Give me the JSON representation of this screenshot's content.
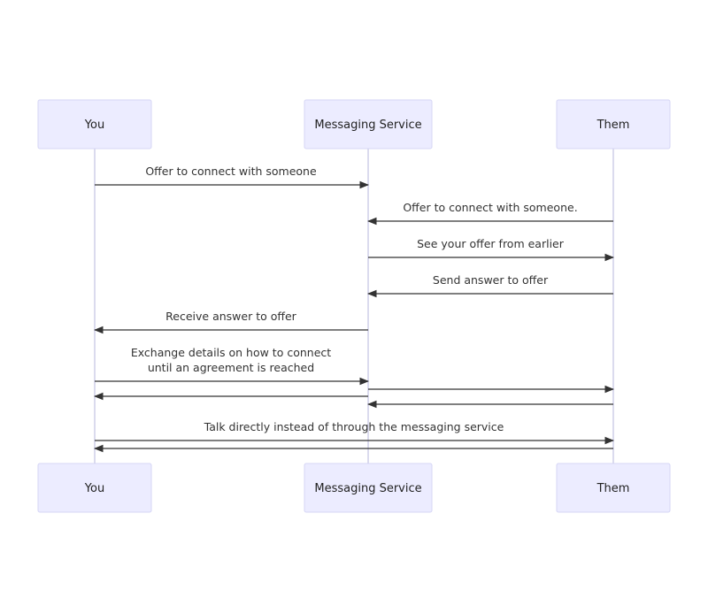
{
  "participants": [
    {
      "id": "you",
      "label": "You"
    },
    {
      "id": "service",
      "label": "Messaging Service"
    },
    {
      "id": "them",
      "label": "Them"
    }
  ],
  "messages": [
    {
      "from": "you",
      "to": "service",
      "lines": [
        "Offer to connect with someone"
      ]
    },
    {
      "from": "them",
      "to": "service",
      "lines": [
        "Offer to connect with someone."
      ]
    },
    {
      "from": "service",
      "to": "them",
      "lines": [
        "See your offer from earlier"
      ]
    },
    {
      "from": "them",
      "to": "service",
      "lines": [
        "Send answer to offer"
      ]
    },
    {
      "from": "service",
      "to": "you",
      "lines": [
        "Receive answer to offer"
      ]
    },
    {
      "from": "you",
      "to": "service",
      "lines": [
        "Exchange details on how to connect",
        "until an agreement is reached"
      ]
    },
    {
      "from": "service",
      "to": "them",
      "lines": []
    },
    {
      "from": "service",
      "to": "you",
      "lines": []
    },
    {
      "from": "them",
      "to": "service",
      "lines": []
    },
    {
      "from": "you",
      "to": "them",
      "lines": [
        "Talk directly instead of through the messaging service"
      ]
    },
    {
      "from": "them",
      "to": "you",
      "lines": []
    }
  ]
}
